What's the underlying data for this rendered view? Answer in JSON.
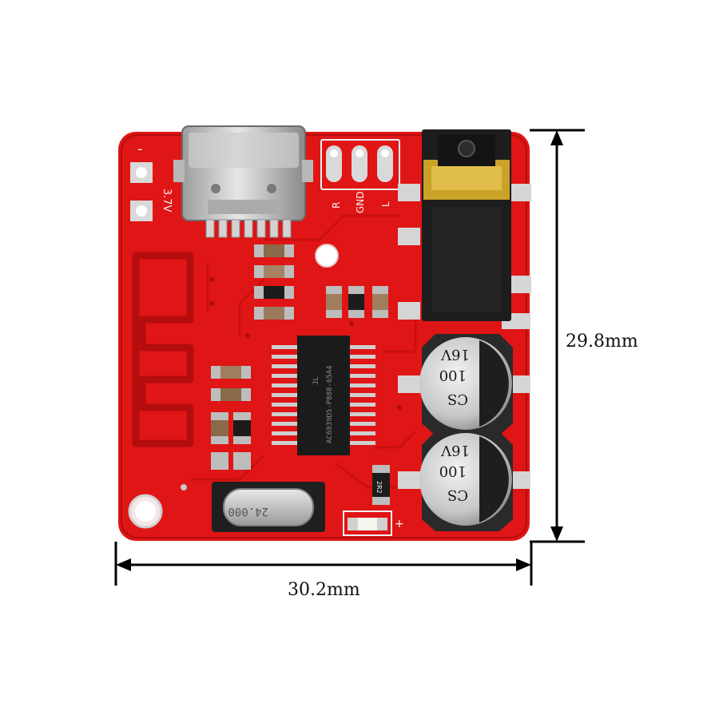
{
  "dimensions": {
    "width_label": "30.2mm",
    "height_label": "29.8mm"
  },
  "silkscreen": {
    "minus": "-",
    "voltage": "3.7V",
    "audio_pins": [
      "R",
      "GND",
      "L"
    ],
    "plus": "+"
  },
  "chip": {
    "logo": "JL",
    "marking": "AC6939D5-P888-65A4"
  },
  "capacitors": [
    {
      "voltage": "16V",
      "capacitance": "100",
      "brand": "CS"
    },
    {
      "voltage": "16V",
      "capacitance": "100",
      "brand": "CS"
    }
  ],
  "crystal": {
    "frequency": "24.000"
  },
  "resistor_code": "2R2",
  "colors": {
    "pcb": "#e01515",
    "pcb_dark": "#b50d0d",
    "solder_pad": "#d7d7d7",
    "gold": "#c9a227",
    "jack": "#1d1d1d"
  }
}
